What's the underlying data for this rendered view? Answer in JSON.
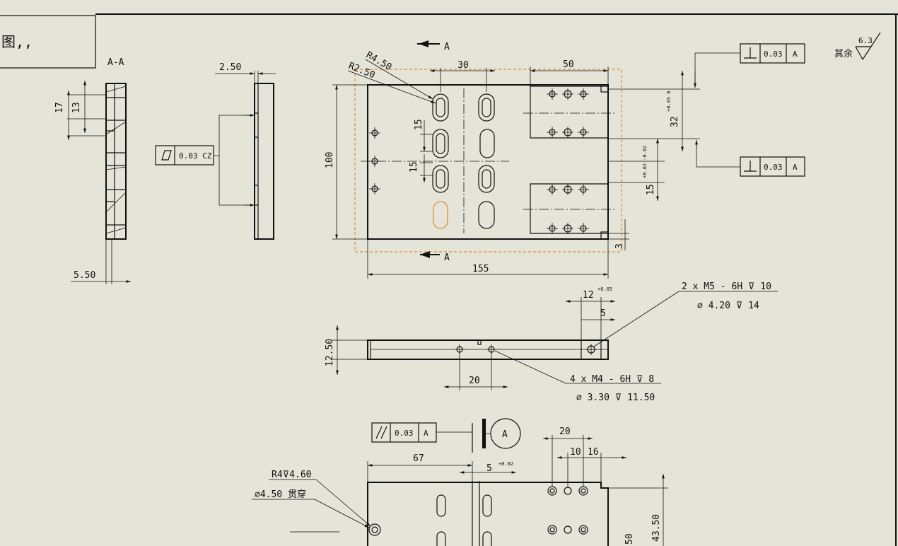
{
  "title_block": {
    "text": "图,,"
  },
  "section": {
    "label": "A-A",
    "dim_17": "17",
    "dim_13": "13",
    "dim_550": "5.50"
  },
  "side_view": {
    "dim_250": "2.50",
    "flatness_value": "0.03 CZ"
  },
  "top_view": {
    "section_mark": "A",
    "r450": "R4.50",
    "r250": "R2.50",
    "dim_30": "30",
    "dim_50": "50",
    "dim_100": "100",
    "dim_15a": "15",
    "dim_15b": "15",
    "dim_155": "155",
    "dim_3": "3",
    "dim_32": "32",
    "tol_32": "+0.05 0",
    "dim_15r": "15",
    "tol_15r": "+0.02 -0.02"
  },
  "gdt_perp": [
    {
      "value": "0.03",
      "datum": "A"
    },
    {
      "value": "0.03",
      "datum": "A"
    }
  ],
  "roughness": {
    "value": "6.3",
    "note": "其余"
  },
  "front_view": {
    "dim_1250": "12.50",
    "dim_20": "20",
    "dim_12": "12",
    "tol_12": "+0.05",
    "dim_5": "5",
    "note_m5": "2 x  M5 - 6H ⊽ 10",
    "note_m5b": "∅ 4.20 ⊽ 14",
    "note_m4": "4 x  M4 - 6H ⊽ 8",
    "note_m4b": "∅ 3.30 ⊽ 11.50"
  },
  "bottom_view": {
    "parallel_value": "0.03",
    "parallel_datum": "A",
    "datum": "A",
    "dim_67": "67",
    "dim_5": "5",
    "tol_5": "+0.02",
    "dim_20": "20",
    "dim_10": "10",
    "dim_16": "16",
    "dim_4350": "43.50",
    "dim_50": "50",
    "r4_note": "R4⊽4.60",
    "hole_note": "∅4.50 贯穿"
  },
  "colors": {
    "background": "#e4e4d8",
    "line": "#111111",
    "selection": "#e08a2a"
  }
}
